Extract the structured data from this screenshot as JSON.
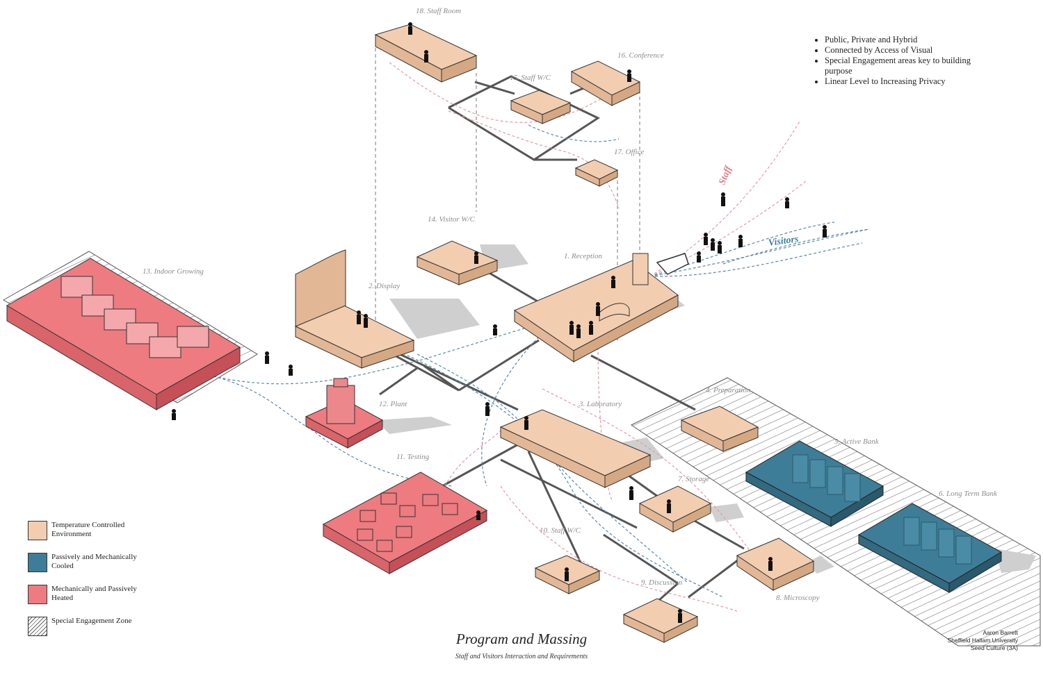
{
  "colors": {
    "temperature_controlled": "#f2cdb0",
    "cooled": "#3e7d97",
    "heated": "#ed7b80",
    "staff_path": "#e39aa3",
    "visitor_path": "#5a88a6",
    "connector": "#555555"
  },
  "notes": [
    "Public, Private and Hybrid",
    "Connected by Access of Visual",
    "Special Engagement areas key to building purpose",
    "Linear Level to Increasing Privacy"
  ],
  "spaces": {
    "reception": "1. Reception",
    "display": "2. Display",
    "laboratory": "3. Laboratory",
    "preparation": "4. Preparation",
    "active_bank": "5. Active Bank",
    "long_term_bank": "6. Long Term Bank",
    "storage": "7. Storage",
    "microscopy": "8. Microscopy",
    "discussion": "9. Discussion",
    "staff_wc_10": "10. Staff W/C",
    "testing": "11. Testing",
    "plant": "12. Plant",
    "indoor_growing": "13. Indoor Growing",
    "visitor_wc": "14. Visitor W/C",
    "staff_wc_15": "15. Staff W/C",
    "conference": "16. Conference",
    "office": "17. Office",
    "staff_room": "18. Staff Room"
  },
  "flows": {
    "staff": "Staff",
    "visitors": "Visitors"
  },
  "legend": [
    {
      "label": "Temperature Controlled Environment",
      "swatch": "#f2cdb0"
    },
    {
      "label": "Passively and Mechanically Cooled",
      "swatch": "#3e7d97"
    },
    {
      "label": "Mechanically and Passively Heated",
      "swatch": "#ed7b80"
    },
    {
      "label": "Special Engagement Zone",
      "swatch": "hatch"
    }
  ],
  "title": "Program and Massing",
  "subtitle": "Staff and Visitors Interaction and Requirements",
  "credit": {
    "name": "Aaron Barrett",
    "university": "Sheffield Hallam University",
    "project": "Seed Culture (3A)"
  }
}
